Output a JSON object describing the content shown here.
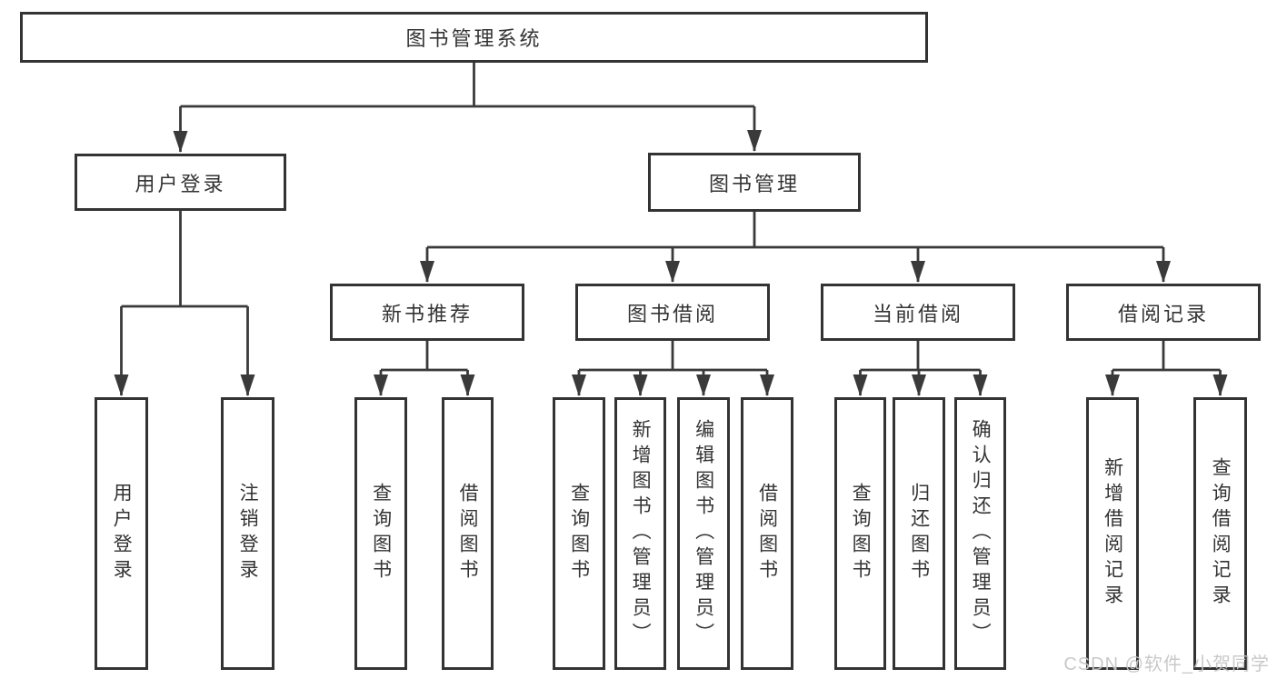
{
  "diagram_title": "图书管理系统",
  "tree": {
    "root": {
      "label": "图书管理系统"
    },
    "branches": [
      {
        "label": "用户登录",
        "children": [
          {
            "label": "用户登录"
          },
          {
            "label": "注销登录"
          }
        ]
      },
      {
        "label": "图书管理",
        "children": [
          {
            "label": "新书推荐",
            "children": [
              {
                "label": "查询图书"
              },
              {
                "label": "借阅图书"
              }
            ]
          },
          {
            "label": "图书借阅",
            "children": [
              {
                "label": "查询图书"
              },
              {
                "label": "新增图书（管理员）"
              },
              {
                "label": "编辑图书（管理员）"
              },
              {
                "label": "借阅图书"
              }
            ]
          },
          {
            "label": "当前借阅",
            "children": [
              {
                "label": "查询图书"
              },
              {
                "label": "归还图书"
              },
              {
                "label": "确认归还（管理员）"
              }
            ]
          },
          {
            "label": "借阅记录",
            "children": [
              {
                "label": "新增借阅记录"
              },
              {
                "label": "查询借阅记录"
              }
            ]
          }
        ]
      }
    ]
  },
  "watermark": {
    "text": "CSDN @软件_小贺同学"
  },
  "colors": {
    "line": "#3a3a3a",
    "box_border": "#333333",
    "text": "#333333",
    "watermark": "#c6c6c6",
    "background": "#ffffff"
  }
}
